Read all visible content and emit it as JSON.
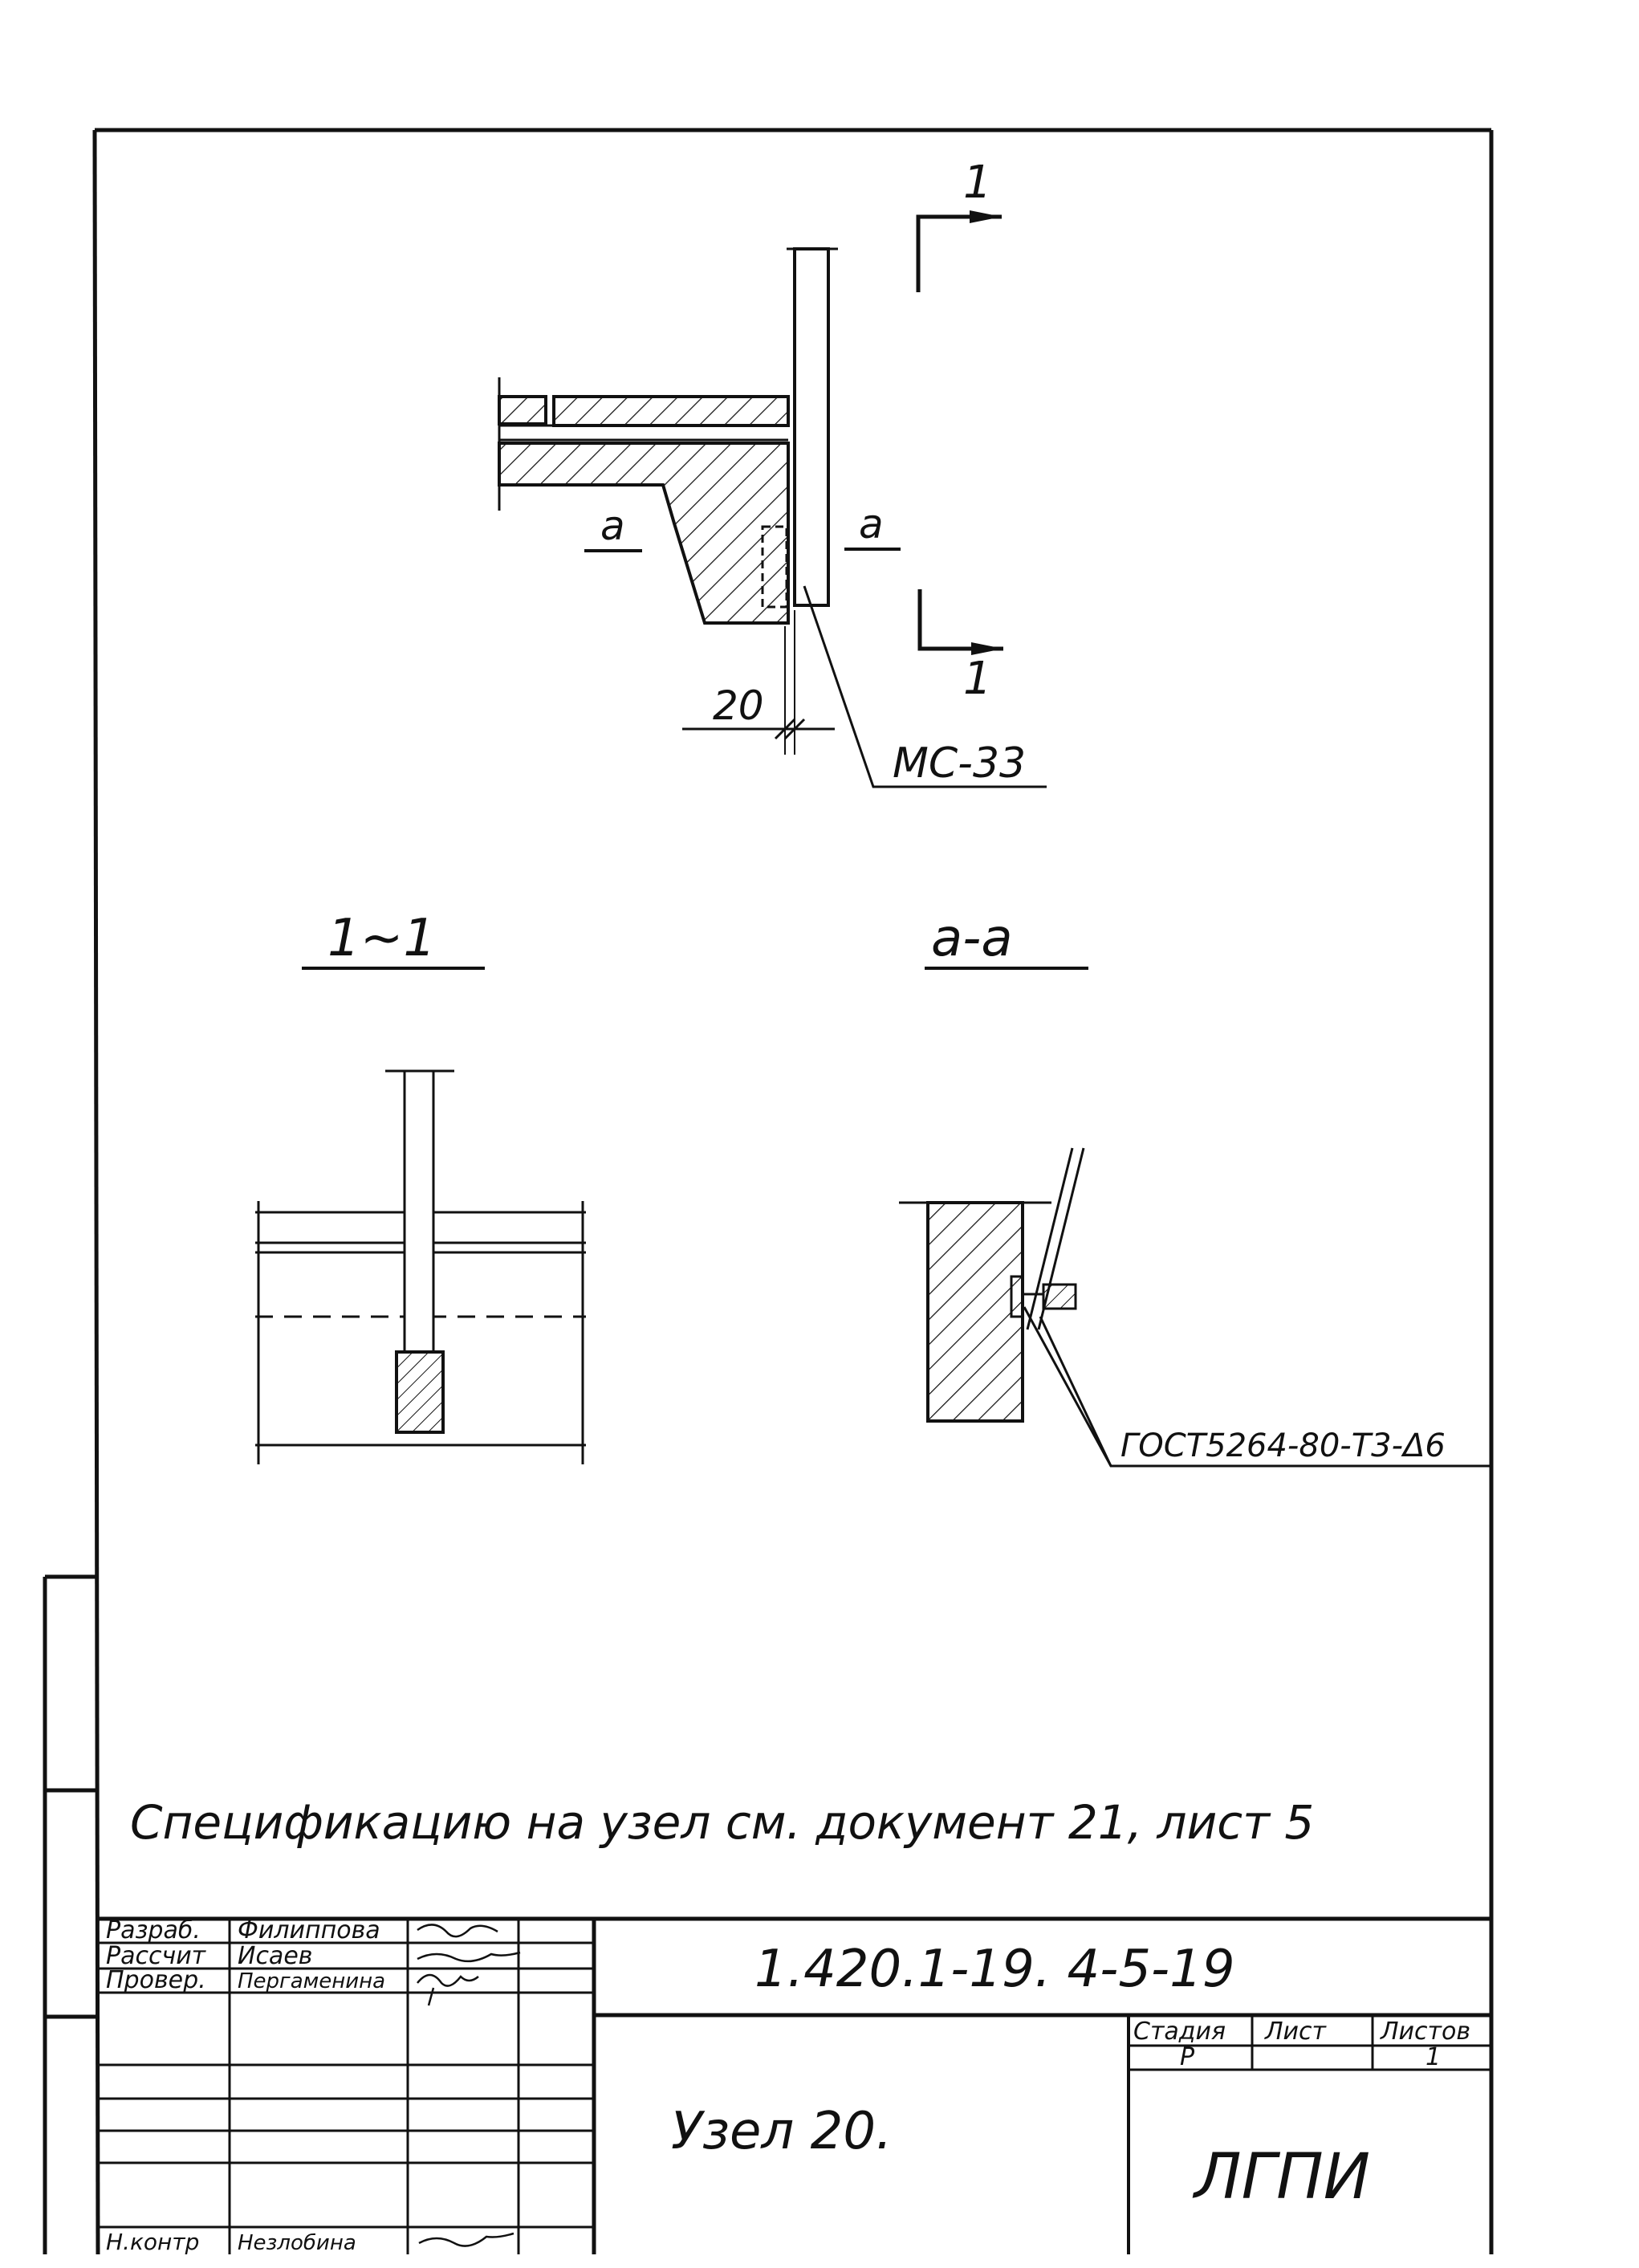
{
  "view_top": {
    "section_mark_label_top": "1",
    "section_mark_label_bottom": "1",
    "cut_label_left": "a",
    "cut_label_right": "a",
    "dimension_value": "20",
    "callout_label": "МС-33"
  },
  "section_1_1": {
    "title": "1~1"
  },
  "section_a_a": {
    "title": "a-a",
    "weld_callout": "ГОСТ5264-80-Т3-Δ6"
  },
  "note": "Спецификацию на узел см. документ 21, лист 5",
  "title_block": {
    "rows": [
      {
        "role": "Разраб.",
        "name": "Филиппова"
      },
      {
        "role": "Рассчит",
        "name": "Исаев"
      },
      {
        "role": "Провер.",
        "name": "Пергаменина"
      },
      {
        "role": "",
        "name": ""
      },
      {
        "role": "",
        "name": ""
      },
      {
        "role": "",
        "name": ""
      },
      {
        "role": "Н.контр",
        "name": "Незлобина"
      }
    ],
    "document_code": "1.420.1-19. 4-5-19",
    "drawing_title": "Узел 20.",
    "stage_header": "Стадия",
    "sheet_header": "Лист",
    "sheets_header": "Листов",
    "stage_value": "Р",
    "sheet_value": "",
    "sheets_value": "1",
    "organization": "ЛГПИ"
  }
}
